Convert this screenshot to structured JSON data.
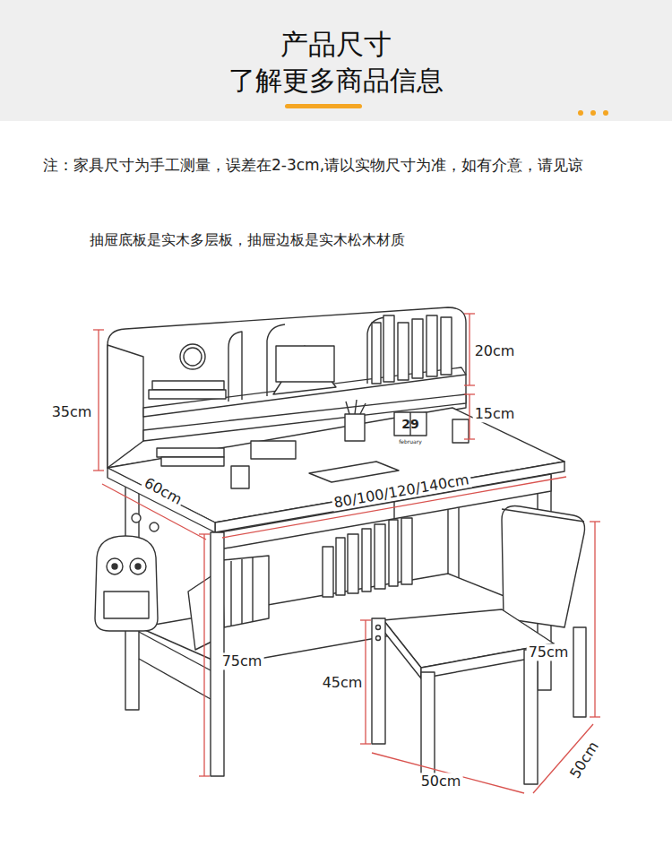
{
  "diagram": {
    "title": "产品尺寸",
    "labels": [
      "了解更多商品信息",
      "注：家具尺寸为手工测量，误差在2-3cm,请以实物尺寸为准，如有介意，请见谅",
      "抽屉底板是实木多层板，抽屉边板是实木松木材质",
      "20cm",
      "35cm",
      "15cm",
      "60cm",
      "80/100/120/140cm",
      "75cm",
      "45cm",
      "75cm",
      "50cm",
      "50cm",
      "29",
      "february"
    ]
  }
}
